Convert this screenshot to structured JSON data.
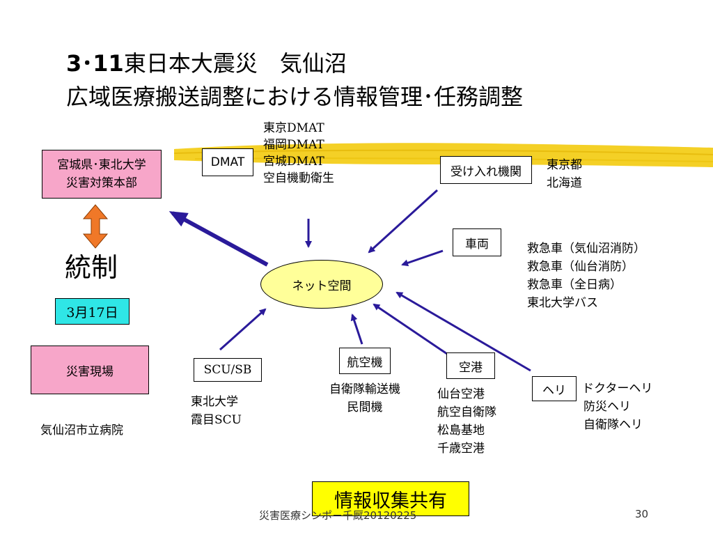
{
  "title": {
    "line1_bold": "3･11",
    "line1_rest": "東日本大震災　気仙沼",
    "line2": "広域医療搬送調整における情報管理･任務調整"
  },
  "hq_box": {
    "line1": "宮城県･東北大学",
    "line2": "災害対策本部"
  },
  "control_label": "統制",
  "date_badge": "3月17日",
  "site_box": "災害現場",
  "hospital_label": "気仙沼市立病院",
  "dmat_box": "DMAT",
  "dmat_list": [
    "東京DMAT",
    "福岡DMAT",
    "宮城DMAT",
    "空自機動衛生"
  ],
  "receiving_box": "受け入れ機関",
  "receiving_list": [
    "東京都",
    "北海道"
  ],
  "vehicle_box": "車両",
  "vehicle_list": [
    "救急車（気仙沼消防）",
    "救急車（仙台消防）",
    "救急車（全日病）",
    "東北大学バス"
  ],
  "center": "ネット空間",
  "scu_box": "SCU/SB",
  "scu_list": [
    "東北大学",
    "霞目SCU"
  ],
  "aircraft_box": "航空機",
  "aircraft_list": [
    "自衛隊輸送機",
    "民間機"
  ],
  "airport_box": "空港",
  "airport_list": [
    "仙台空港",
    "航空自衛隊",
    "松島基地",
    "千歳空港"
  ],
  "heli_box": "ヘリ",
  "heli_list": [
    "ドクターヘリ",
    "防災ヘリ",
    "自衛隊ヘリ"
  ],
  "info_box": "情報収集共有",
  "footer": {
    "text": "災害医療シンポ－千厩20120225",
    "page": "30"
  },
  "colors": {
    "arrow": "#2a1a9a",
    "updown": "#f07828",
    "stripe": "#f2c800"
  }
}
